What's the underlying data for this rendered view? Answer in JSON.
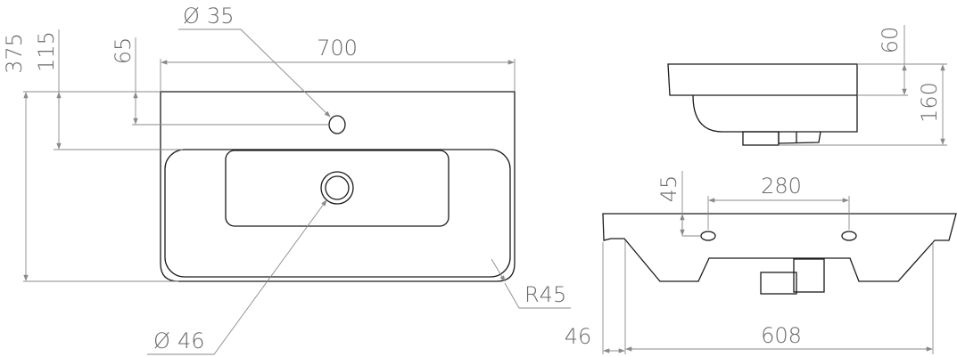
{
  "diagram": {
    "colors": {
      "outline": "#1a1a1a",
      "dimension": "#8a8a8a",
      "text": "#6a6a6a"
    },
    "top_view": {
      "width": "700",
      "depth": "375",
      "basin_offset": "115",
      "tap_hole_offset": "65",
      "tap_hole_diameter": "35",
      "drain_diameter": "46",
      "corner_radius": "R45",
      "diameter_symbol": "Ø"
    },
    "side_view": {
      "rim_height": "60",
      "total_height": "160"
    },
    "front_view": {
      "hole_spacing": "280",
      "hole_offset": "45",
      "bottom_width": "608",
      "side_offset": "46"
    }
  }
}
